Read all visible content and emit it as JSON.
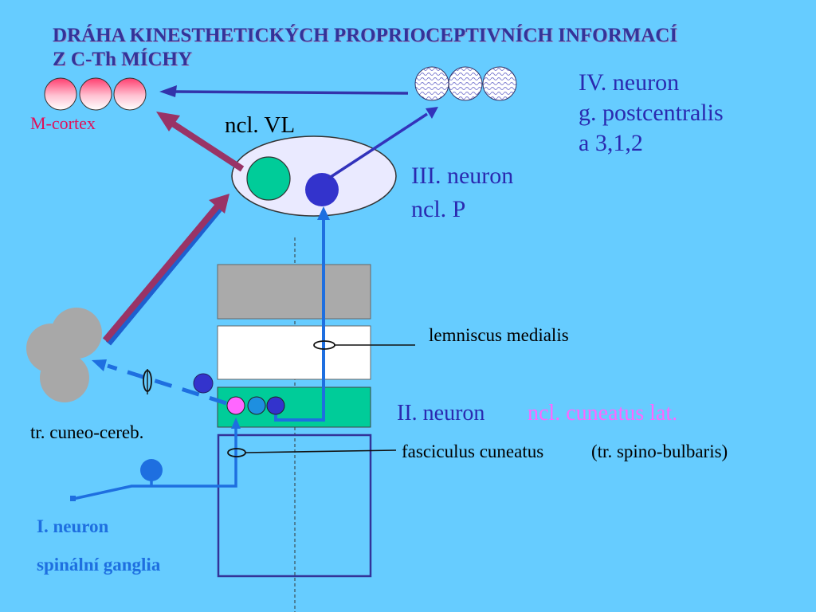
{
  "title": {
    "line1": "DRÁHA KINESTHETICKÝCH PROPRIOCEPTIVNÍCH INFORMACÍ",
    "line2": "Z C-Th MÍCHY"
  },
  "labels": {
    "m_cortex": "M-cortex",
    "ncl_vl": "ncl. VL",
    "neuron4_line1": "IV. neuron",
    "neuron4_line2": "g. postcentralis",
    "neuron4_line3": "a 3,1,2",
    "neuron3_line1": "III. neuron",
    "neuron3_line2": "ncl. P",
    "lemniscus": "lemniscus medialis",
    "neuron2": "II. neuron",
    "neuron2_nucleus": "ncl. cuneatus lat.",
    "tr_cuneo": "tr. cuneo-cereb.",
    "fasciculus": "fasciculus cuneatus",
    "tr_spino": "(tr. spino-bulbaris)",
    "neuron1_line1": "I. neuron",
    "neuron1_line2": "spinální ganglia"
  },
  "colors": {
    "background": "#66ccff",
    "title": "#333399",
    "navy_text": "#2a2ab0",
    "m_cortex": "#e0105a",
    "magenta": "#ff66ff",
    "neuron1": "#0066ff",
    "maroon_arrow": "#993366",
    "blue_path": "#1e6fe0",
    "cerebellum": "#a8a8a8",
    "green_nucleus": "#00cc99",
    "gray_block": "#aaaaaa"
  }
}
